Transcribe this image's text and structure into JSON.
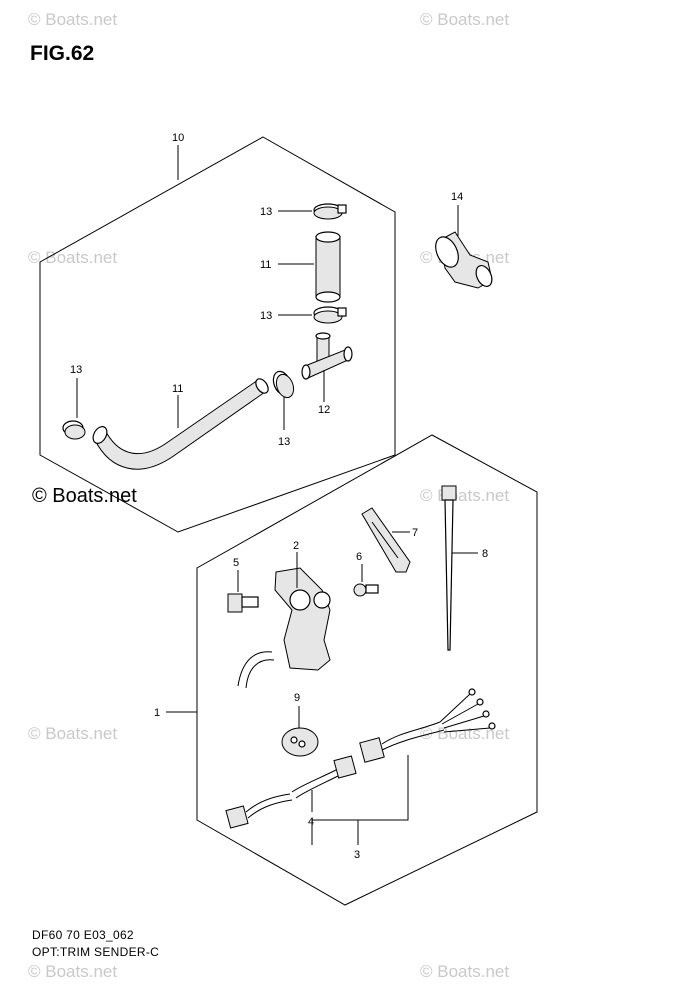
{
  "figure": {
    "title": "FIG.62",
    "caption_line1": "DF60 70 E03_062",
    "caption_line2": "OPT:TRIM SENDER-C"
  },
  "copyright": "© Boats.net",
  "watermark": "© Boats.net",
  "callouts": {
    "c1": "1",
    "c2": "2",
    "c3": "3",
    "c4": "4",
    "c5": "5",
    "c6": "6",
    "c7": "7",
    "c8": "8",
    "c9": "9",
    "c10": "10",
    "c11a": "11",
    "c11b": "11",
    "c12": "12",
    "c13a": "13",
    "c13b": "13",
    "c13c": "13",
    "c13d": "13",
    "c14": "14"
  }
}
